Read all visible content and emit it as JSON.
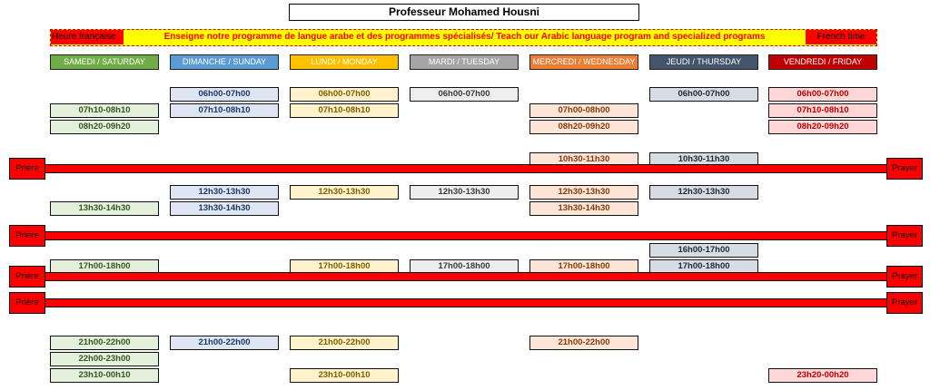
{
  "title": "Professeur Mohamed Housni",
  "subtitle": {
    "left_label": "Heure française",
    "text": "Enseigne notre programme de langue arabe et des programmes spécialisés/ Teach our Arabic language program and specialized programs",
    "right_label": "French time"
  },
  "days": [
    {
      "label": "SAMEDI / SATURDAY",
      "header_bg": "#70ad47",
      "header_fg": "#ffffff",
      "slot_bg": "#e2efda",
      "slot_fg": "#385723",
      "slots": [
        "07h10-08h10",
        "08h20-09h20",
        "13h30-14h30",
        "17h00-18h00",
        "21h00-22h00",
        "22h00-23h00",
        "23h10-00h10"
      ]
    },
    {
      "label": "DIMANCHE / SUNDAY",
      "header_bg": "#5b9bd5",
      "header_fg": "#ffffff",
      "slot_bg": "#dde6f2",
      "slot_fg": "#1f3864",
      "slots": [
        "06h00-07h00",
        "07h10-08h10",
        "12h30-13h30",
        "13h30-14h30",
        "21h00-22h00"
      ]
    },
    {
      "label": "LUNDI / MONDAY",
      "header_bg": "#ffc000",
      "header_fg": "#ffffff",
      "slot_bg": "#fff2cc",
      "slot_fg": "#7f6000",
      "slots": [
        "06h00-07h00",
        "07h10-08h10",
        "12h30-13h30",
        "17h00-18h00",
        "21h00-22h00",
        "23h10-00h10"
      ]
    },
    {
      "label": "MARDI / TUESDAY",
      "header_bg": "#a5a5a5",
      "header_fg": "#ffffff",
      "slot_bg": "#ededed",
      "slot_fg": "#3a3a3a",
      "slots": [
        "06h00-07h00",
        "12h30-13h30",
        "17h00-18h00"
      ]
    },
    {
      "label": "MERCREDI / WEDNESDAY",
      "header_bg": "#ed7d31",
      "header_fg": "#ffffff",
      "slot_bg": "#fce4d6",
      "slot_fg": "#843c0c",
      "slots": [
        "07h00-08h00",
        "08h20-09h20",
        "10h30-11h30",
        "12h30-13h30",
        "13h30-14h30",
        "17h00-18h00",
        "21h00-22h00"
      ]
    },
    {
      "label": "JEUDI / THURSDAY",
      "header_bg": "#44546a",
      "header_fg": "#ffffff",
      "slot_bg": "#d6dce4",
      "slot_fg": "#222b35",
      "slots": [
        "06h00-07h00",
        "10h30-11h30",
        "12h30-13h30",
        "16h00-17h00",
        "17h00-18h00"
      ]
    },
    {
      "label": "VENDREDI / FRIDAY",
      "header_bg": "#c00000",
      "header_fg": "#ffffff",
      "slot_bg": "#ffd7d7",
      "slot_fg": "#c00000",
      "slots": [
        "06h00-07h00",
        "07h10-08h10",
        "08h20-09h20",
        "23h20-00h20"
      ]
    }
  ],
  "prayer": {
    "left_label": "Prière",
    "right_label": "Prayer",
    "count": 4
  },
  "colors": {
    "prayer_red": "#ff0000",
    "subtitle_yellow": "#ffff00",
    "subtitle_text_red": "#ff0000"
  }
}
